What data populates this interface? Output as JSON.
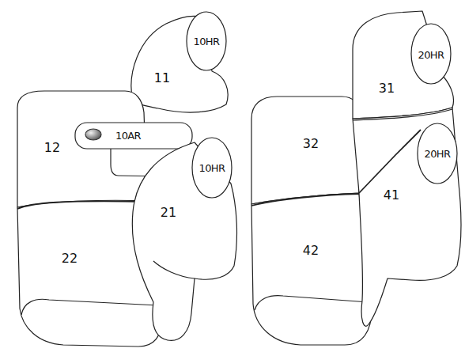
{
  "diagram": {
    "labels": [
      "10HR",
      "11",
      "20HR",
      "31",
      "32",
      "12",
      "10AR",
      "10HR",
      "20HR",
      "21",
      "41",
      "22",
      "42"
    ]
  }
}
